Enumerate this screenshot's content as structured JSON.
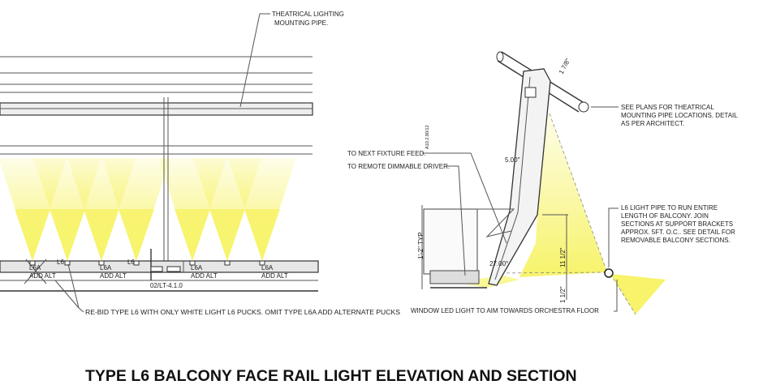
{
  "title": "TYPE L6 BALCONY FACE RAIL LIGHT ELEVATION AND SECTION",
  "colors": {
    "light_cone": "#f7f36a",
    "line": "#444444"
  },
  "elevation": {
    "pipe_note": [
      "THEATRICAL LIGHTING",
      "MOUNTING PIPE."
    ],
    "fixtures": [
      {
        "type": "L6A",
        "alt": "ADD ALT"
      },
      {
        "type": "L6"
      },
      {
        "type": "L6A",
        "alt": "ADD ALT"
      },
      {
        "type": "L6"
      },
      {
        "type": "L6A",
        "alt": "ADD ALT"
      },
      {
        "type": "L6A",
        "alt": "ADD ALT"
      }
    ],
    "section_ref": "02/LT-4.1.0",
    "rebid_note": "RE-BID TYPE L6 WITH ONLY WHITE LIGHT L6 PUCKS. OMIT TYPE L6A ADD ALTERNATE PUCKS"
  },
  "section": {
    "pipe_note": [
      "SEE PLANS FOR THEATRICAL",
      "MOUNTING PIPE LOCATIONS. DETAIL",
      "AS PER ARCHITECT."
    ],
    "feed_note": "TO NEXT FIXTURE FEED.",
    "driver_note": "TO REMOTE DIMMABLE DRIVER.",
    "light_pipe_note": [
      "L6 LIGHT PIPE TO RUN ENTIRE",
      "LENGTH OF BALCONY. JOIN",
      "SECTIONS AT SUPPORT BRACKETS",
      "APPROX. 5FT. O.C.. SEE DETAIL FOR",
      "REMOVABLE BALCONY SECTIONS."
    ],
    "window_note": "WINDOW LED LIGHT TO AIM TOWARDS ORCHESTRA FLOOR",
    "dims": {
      "pipe": "1 7/8\"",
      "face": "5.00\"",
      "height": "11 1/2\"",
      "bottom": "1 1/2\"",
      "typ": "1'-2\" TYP",
      "angle": "27.00°",
      "ref": "A10.2.80/12"
    }
  }
}
